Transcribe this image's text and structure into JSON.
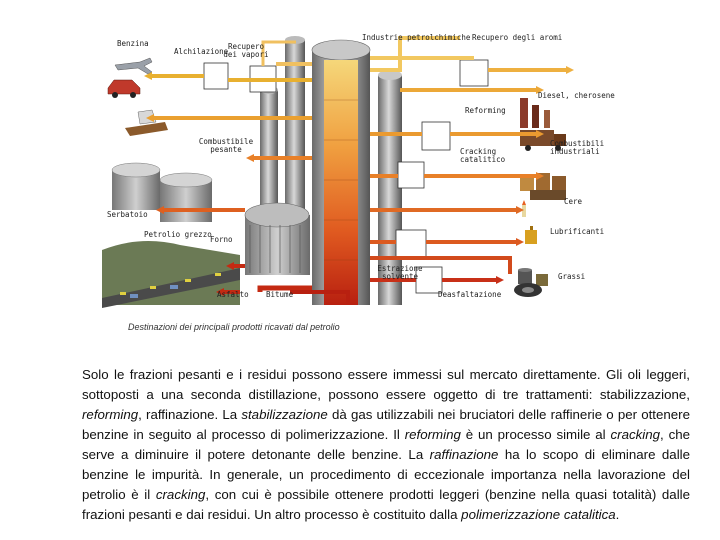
{
  "diagram": {
    "labels": {
      "benzina": "Benzina",
      "alchilazione": "Alchilazione",
      "recupero_vapori_l1": "Recupero",
      "recupero_vapori_l2": "dei vapori",
      "industrie_petrolchimiche": "Industrie petrolchimiche",
      "recupero_aromi": "Recupero degli aromi",
      "diesel_cherosene": "Diesel, cherosene",
      "reforming": "Reforming",
      "combustibile_pesante_l1": "Combustibile",
      "combustibile_pesante_l2": "pesante",
      "cracking_l1": "Cracking",
      "cracking_l2": "catalitico",
      "combustibili_industriali_l1": "Combustibili",
      "combustibili_industriali_l2": "industriali",
      "serbatoio": "Serbatoio",
      "cere": "Cere",
      "petroliocrezzo": "Petrolio grezzo",
      "forno": "Forno",
      "lubrificanti": "Lubrificanti",
      "estrazione_l1": "Estrazione",
      "estrazione_l2": "solvente",
      "grassi": "Grassi",
      "asfalto": "Asfalto",
      "bitume": "Bitume",
      "deasfaltazione": "Deasfaltazione"
    },
    "caption": "Destinazioni dei principali prodotti ricavati dal petrolio"
  },
  "paragraph": [
    {
      "t": "Solo le frazioni pesanti e i residui possono essere immessi sul mercato direttamente. Gli oli leggeri, sottoposti a una seconda distillazione, possono essere oggetto di tre trattamenti: stabilizzazione, ",
      "i": false
    },
    {
      "t": "reforming",
      "i": true
    },
    {
      "t": ", raffinazione. La ",
      "i": false
    },
    {
      "t": "stabilizzazione",
      "i": true
    },
    {
      "t": " dà gas utilizzabili nei bruciatori delle raffinerie o per ottenere benzine in seguito al processo di polimerizzazione. Il ",
      "i": false
    },
    {
      "t": "reforming",
      "i": true
    },
    {
      "t": " è un processo simile al ",
      "i": false
    },
    {
      "t": "cracking",
      "i": true
    },
    {
      "t": ", che serve a diminuire il potere detonante delle benzine. La ",
      "i": false
    },
    {
      "t": "raffinazione",
      "i": true
    },
    {
      "t": " ha lo scopo di eliminare dalle benzine le impurità. In generale, un procedimento di eccezionale importanza nella lavorazione del petrolio è il ",
      "i": false
    },
    {
      "t": "cracking",
      "i": true
    },
    {
      "t": ", con cui è possibile ottenere prodotti leggeri (benzine nella quasi totalità) dalle frazioni pesanti e dai residui. Un altro processo è costituito dalla ",
      "i": false
    },
    {
      "t": "polimerizzazione catalitica",
      "i": true
    },
    {
      "t": ".",
      "i": false
    }
  ]
}
